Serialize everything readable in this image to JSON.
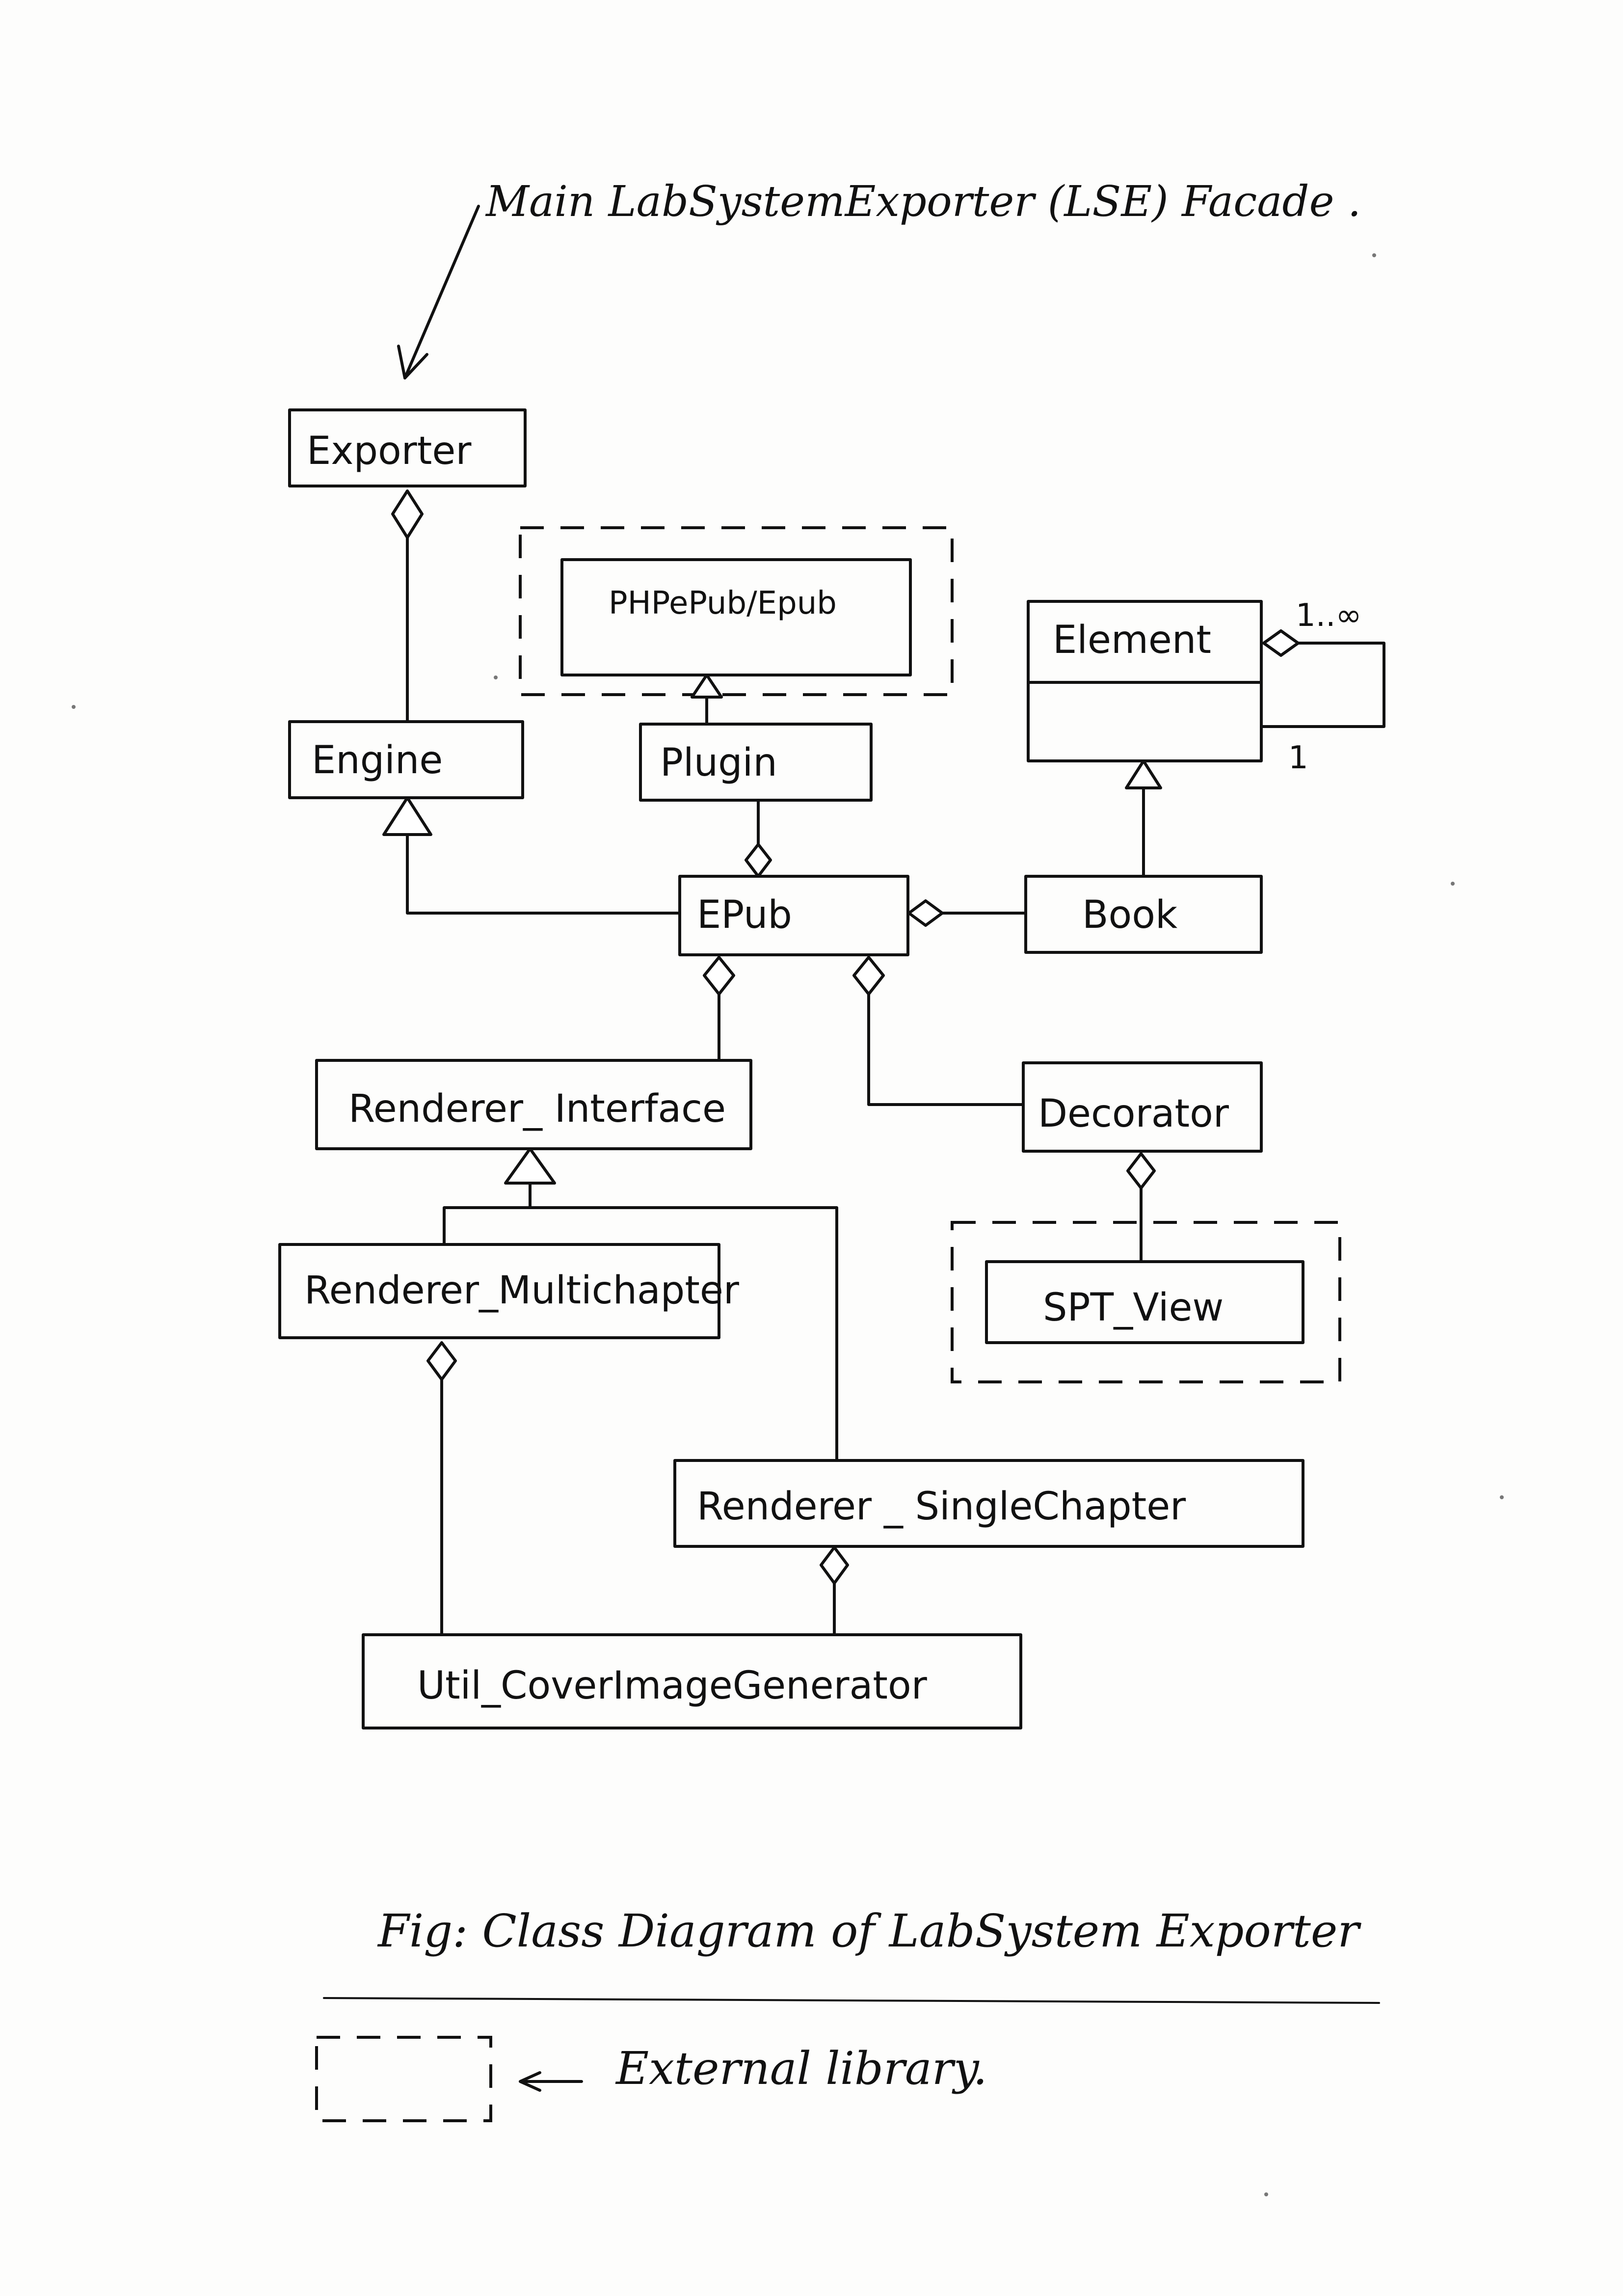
{
  "facade_note": "Main LabSystemExporter (LSE) Facade .",
  "classes": {
    "exporter": "Exporter",
    "phpepub": "PHPePub/Epub",
    "element": "Element",
    "engine": "Engine",
    "plugin": "Plugin",
    "epub": "EPub",
    "book": "Book",
    "renderer_interface": "Renderer_ Interface",
    "decorator": "Decorator",
    "renderer_multichapter": "Renderer_Multichapter",
    "spt_view": "SPT_View",
    "renderer_singlechapter": "Renderer _ SingleChapter",
    "util_coverimage": "Util_CoverImageGenerator"
  },
  "multiplicity": {
    "many": "1..∞",
    "one": "1"
  },
  "caption": "Fig: Class Diagram of LabSystem Exporter",
  "legend": {
    "text": "External library."
  }
}
